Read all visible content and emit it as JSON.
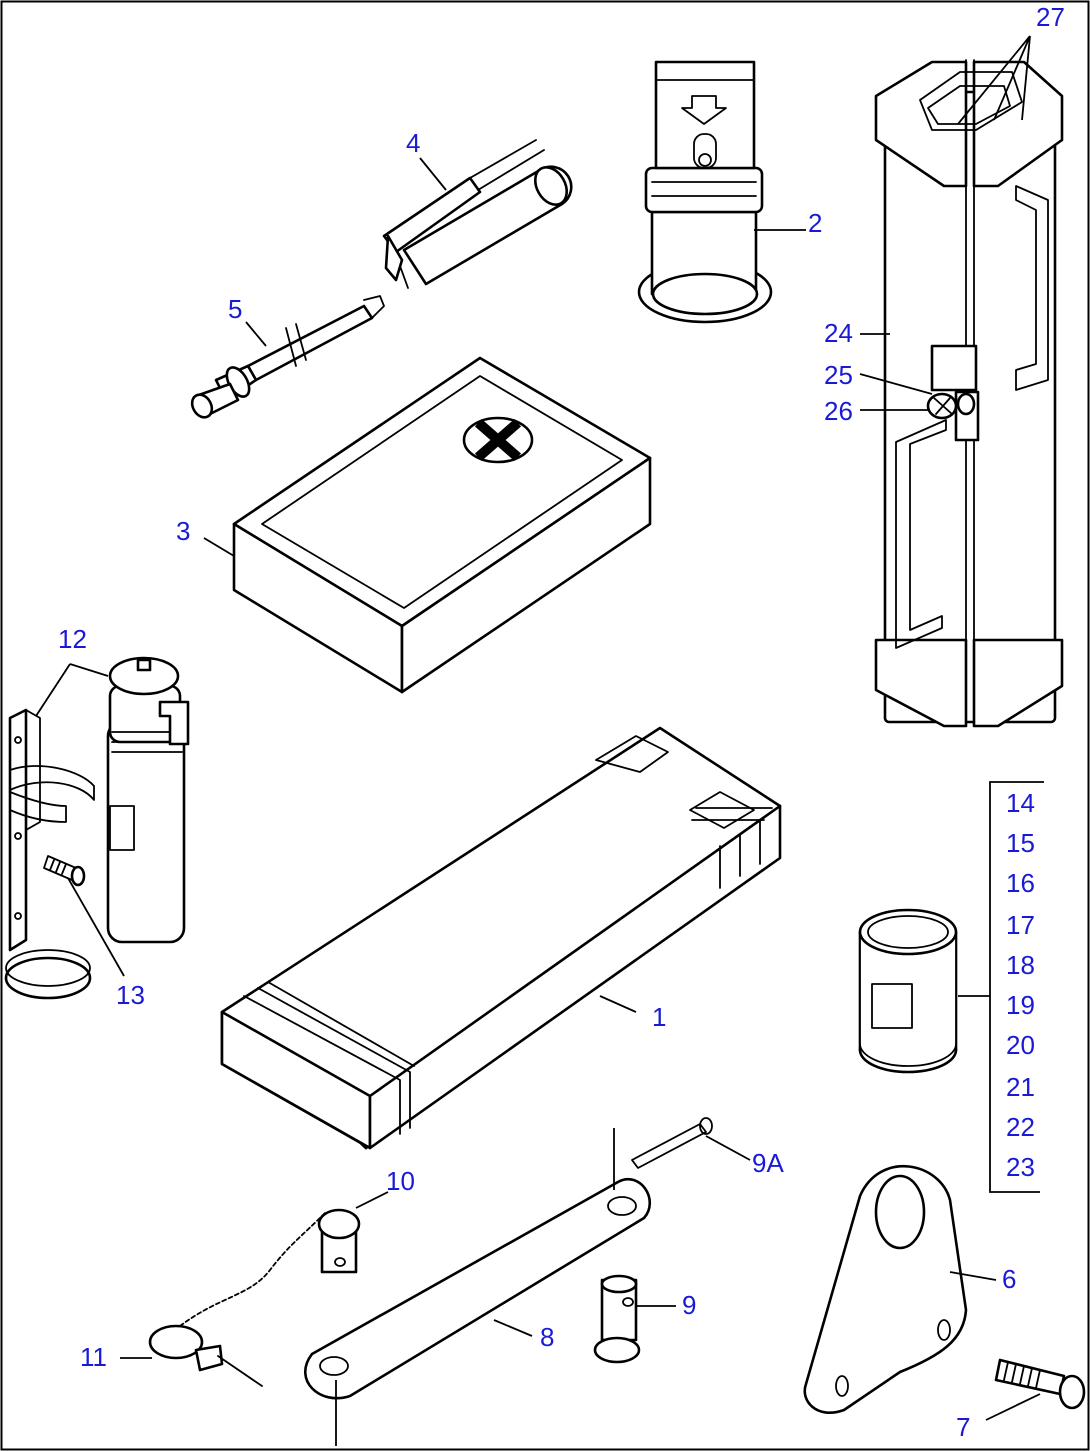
{
  "colors": {
    "label": "#1a1ad6",
    "line": "#000000",
    "background": "#ffffff"
  },
  "callouts": {
    "c1": "1",
    "c2": "2",
    "c3": "3",
    "c4": "4",
    "c5": "5",
    "c6": "6",
    "c7": "7",
    "c8": "8",
    "c9": "9",
    "c9a": "9A",
    "c10": "10",
    "c11": "11",
    "c12": "12",
    "c13": "13",
    "c24": "24",
    "c25": "25",
    "c26": "26",
    "c27": "27"
  },
  "bracket_list": [
    "14",
    "15",
    "16",
    "17",
    "18",
    "19",
    "20",
    "21",
    "22",
    "23"
  ]
}
